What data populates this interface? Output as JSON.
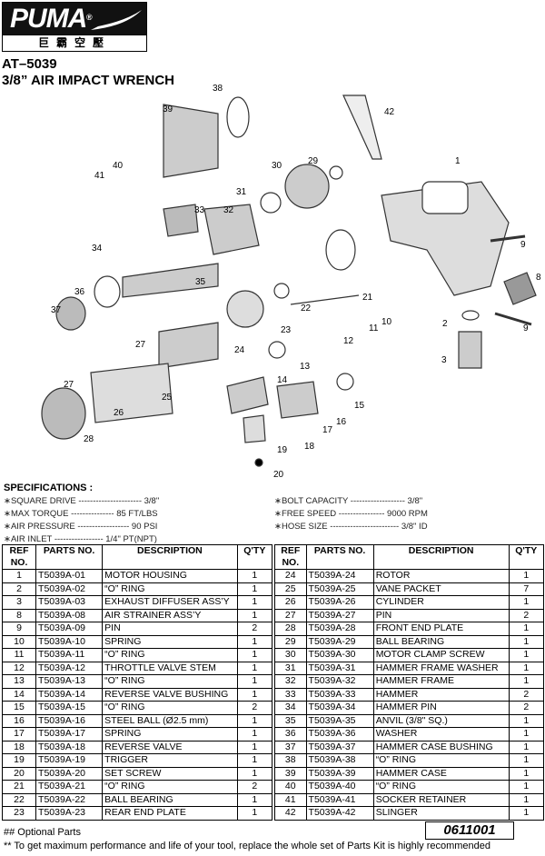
{
  "header": {
    "brand": "PUMA",
    "brand_cn": "巨霸空壓",
    "model": "AT–5039",
    "title": "3/8”  AIR IMPACT WRENCH"
  },
  "diagram": {
    "callouts": [
      "38",
      "39",
      "42",
      "1",
      "29",
      "30",
      "40",
      "41",
      "31",
      "33",
      "32",
      "9",
      "34",
      "8",
      "35",
      "36",
      "37",
      "21",
      "22",
      "10",
      "11",
      "2",
      "9",
      "23",
      "12",
      "27",
      "24",
      "3",
      "13",
      "14",
      "27",
      "25",
      "15",
      "26",
      "16",
      "17",
      "28",
      "18",
      "19",
      "20"
    ]
  },
  "specs": {
    "heading": "SPECIFICATIONS :",
    "items": [
      "∗SQUARE DRIVE ---------------------- 3/8\"",
      "∗MAX TORQUE --------------- 85 FT/LBS",
      "∗AIR PRESSURE ------------------ 90 PSI",
      "∗AIR INLET ----------------- 1/4\" PT(NPT)",
      "∗BOLT CAPACITY ------------------- 3/8\"",
      "∗FREE SPEED ---------------- 9000 RPM",
      "∗HOSE SIZE ------------------------ 3/8\" ID"
    ]
  },
  "table": {
    "headers": [
      "REF NO.",
      "PARTS NO.",
      "DESCRIPTION",
      "Q'TY"
    ],
    "left": [
      [
        "1",
        "T5039A-01",
        "MOTOR HOUSING",
        "1"
      ],
      [
        "2",
        "T5039A-02",
        "“O” RING",
        "1"
      ],
      [
        "3",
        "T5039A-03",
        "EXHAUST DIFFUSER ASS’Y",
        "1"
      ],
      [
        "8",
        "T5039A-08",
        "AIR STRAINER ASS’Y",
        "1"
      ],
      [
        "9",
        "T5039A-09",
        "PIN",
        "2"
      ],
      [
        "10",
        "T5039A-10",
        "SPRING",
        "1"
      ],
      [
        "11",
        "T5039A-11",
        "“O” RING",
        "1"
      ],
      [
        "12",
        "T5039A-12",
        "THROTTLE VALVE STEM",
        "1"
      ],
      [
        "13",
        "T5039A-13",
        "“O” RING",
        "1"
      ],
      [
        "14",
        "T5039A-14",
        "REVERSE VALVE BUSHING",
        "1"
      ],
      [
        "15",
        "T5039A-15",
        "“O” RING",
        "2"
      ],
      [
        "16",
        "T5039A-16",
        "STEEL BALL (Ø2.5 mm)",
        "1"
      ],
      [
        "17",
        "T5039A-17",
        "SPRING",
        "1"
      ],
      [
        "18",
        "T5039A-18",
        "REVERSE VALVE",
        "1"
      ],
      [
        "19",
        "T5039A-19",
        "TRIGGER",
        "1"
      ],
      [
        "20",
        "T5039A-20",
        "SET SCREW",
        "1"
      ],
      [
        "21",
        "T5039A-21",
        "“O” RING",
        "2"
      ],
      [
        "22",
        "T5039A-22",
        "BALL BEARING",
        "1"
      ],
      [
        "23",
        "T5039A-23",
        "REAR END PLATE",
        "1"
      ]
    ],
    "right": [
      [
        "24",
        "T5039A-24",
        "ROTOR",
        "1"
      ],
      [
        "25",
        "T5039A-25",
        "VANE PACKET",
        "7"
      ],
      [
        "26",
        "T5039A-26",
        "CYLINDER",
        "1"
      ],
      [
        "27",
        "T5039A-27",
        "PIN",
        "2"
      ],
      [
        "28",
        "T5039A-28",
        "FRONT END PLATE",
        "1"
      ],
      [
        "29",
        "T5039A-29",
        "BALL BEARING",
        "1"
      ],
      [
        "30",
        "T5039A-30",
        "MOTOR CLAMP SCREW",
        "1"
      ],
      [
        "31",
        "T5039A-31",
        "HAMMER FRAME WASHER",
        "1"
      ],
      [
        "32",
        "T5039A-32",
        "HAMMER FRAME",
        "1"
      ],
      [
        "33",
        "T5039A-33",
        "HAMMER",
        "2"
      ],
      [
        "34",
        "T5039A-34",
        "HAMMER PIN",
        "2"
      ],
      [
        "35",
        "T5039A-35",
        "ANVIL (3/8\" SQ.)",
        "1"
      ],
      [
        "36",
        "T5039A-36",
        "WASHER",
        "1"
      ],
      [
        "37",
        "T5039A-37",
        "HAMMER CASE BUSHING",
        "1"
      ],
      [
        "38",
        "T5039A-38",
        "“O” RING",
        "1"
      ],
      [
        "39",
        "T5039A-39",
        "HAMMER CASE",
        "1"
      ],
      [
        "40",
        "T5039A-40",
        "“O” RING",
        "1"
      ],
      [
        "41",
        "T5039A-41",
        "SOCKER RETAINER",
        "1"
      ],
      [
        "42",
        "T5039A-42",
        "SLINGER",
        "1"
      ]
    ]
  },
  "footer": {
    "optional": "## Optional Parts",
    "note": "** To get maximum performance and life of your tool, replace the whole set of Parts Kit is highly recommended",
    "doc_no": "0611001"
  }
}
